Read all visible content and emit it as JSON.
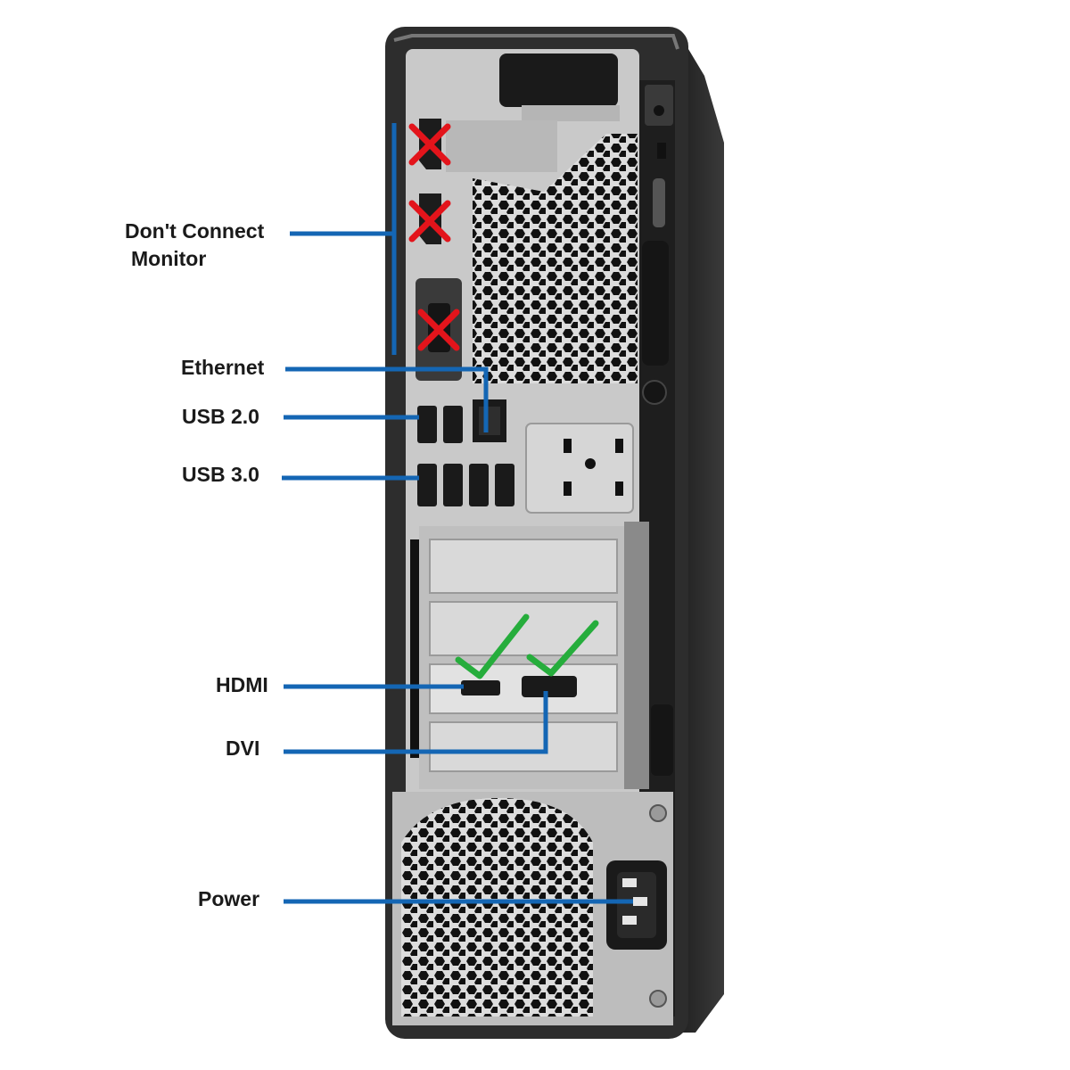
{
  "labels": {
    "dont_connect_line1": "Don't Connect",
    "dont_connect_line2": "Monitor",
    "ethernet": "Ethernet",
    "usb20": "USB 2.0",
    "usb30": "USB 3.0",
    "hdmi": "HDMI",
    "dvi": "DVI",
    "power": "Power"
  },
  "colors": {
    "callout_line": "#1466b4",
    "not_ok_mark": "#e3141b",
    "ok_mark": "#26ad3c",
    "case": "#2b2b2b",
    "panel": "#c9c9c9"
  },
  "marks": {
    "not_ok": [
      "displayport-1",
      "displayport-2",
      "vga-port"
    ],
    "ok": [
      "hdmi-port",
      "dvi-port"
    ]
  }
}
